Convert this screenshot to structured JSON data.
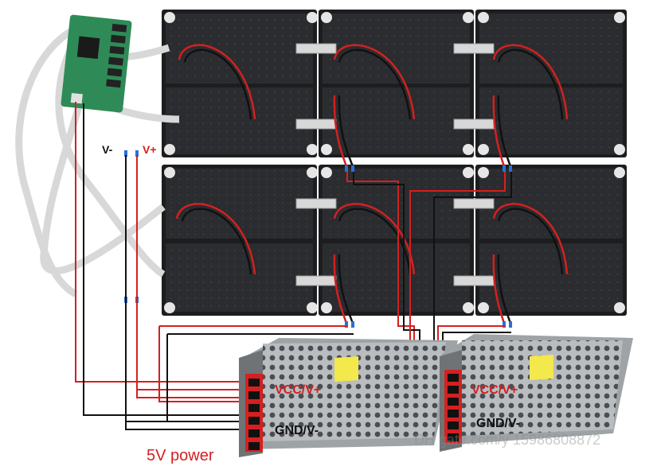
{
  "labels": {
    "v_minus": "V-",
    "v_plus": "V+",
    "psu1_vcc": "VCC/V+",
    "psu1_gnd": "GND/V-",
    "psu2_vcc": "VCC/V+",
    "psu2_gnd": "GND/V-",
    "power": "5V power",
    "watermark": "DH gate.com/y 15986808872"
  },
  "colors": {
    "panel": "#2a2c2f",
    "panel_frame": "#1c1d1f",
    "red_wire": "#d42020",
    "black_wire": "#111111",
    "ribbon": "#d8d8d8",
    "controller_board": "#2e8b57",
    "psu_body": "#b9bdc0"
  }
}
